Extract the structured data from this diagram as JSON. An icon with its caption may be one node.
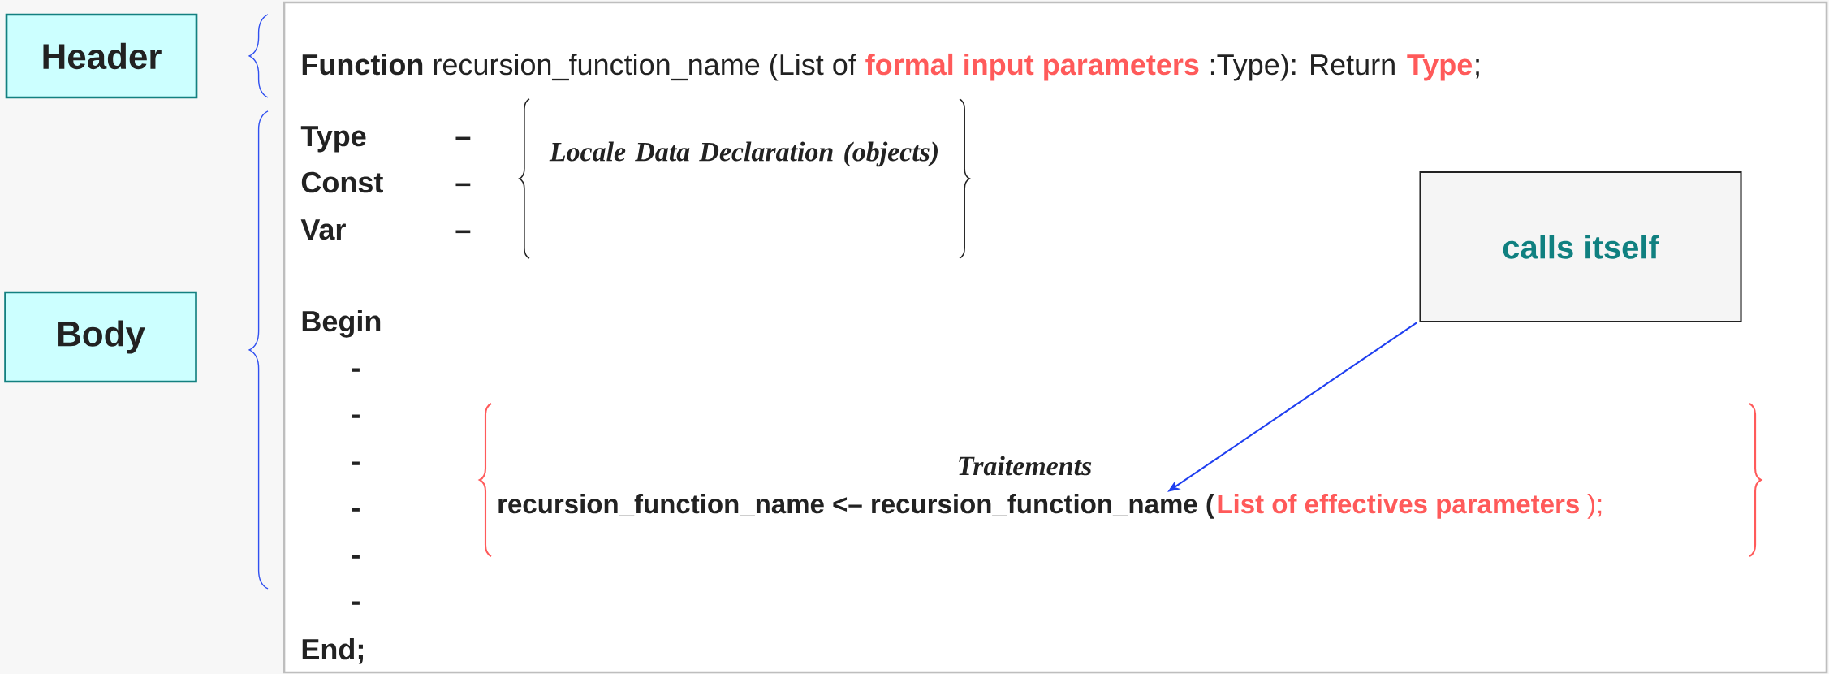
{
  "diagram": {
    "nodes": [
      {
        "text": [
          "Header"
        ]
      },
      {
        "text": [
          "Body"
        ]
      },
      {
        "text": [
          "calls itself"
        ]
      },
      {
        "text": [
          "recursion_function_name <– recursion_function_name ("
        ]
      }
    ],
    "edges": [
      {
        "from": 2,
        "to": 3,
        "arrow": "to",
        "color": "#1f3ff0"
      }
    ],
    "labels": [
      "**Function** recursion_function_name (List of",
      "formal input parameters",
      ":Type): Return",
      "Type",
      ";",
      "Type",
      "–",
      "Const",
      "–",
      "Var",
      "–",
      "Locale Data Declaration (objects)",
      "Begin",
      "-",
      "-",
      "-",
      "-",
      "-",
      "-",
      "Traitements",
      "List of effectives parameters",
      ");",
      "End;"
    ]
  }
}
